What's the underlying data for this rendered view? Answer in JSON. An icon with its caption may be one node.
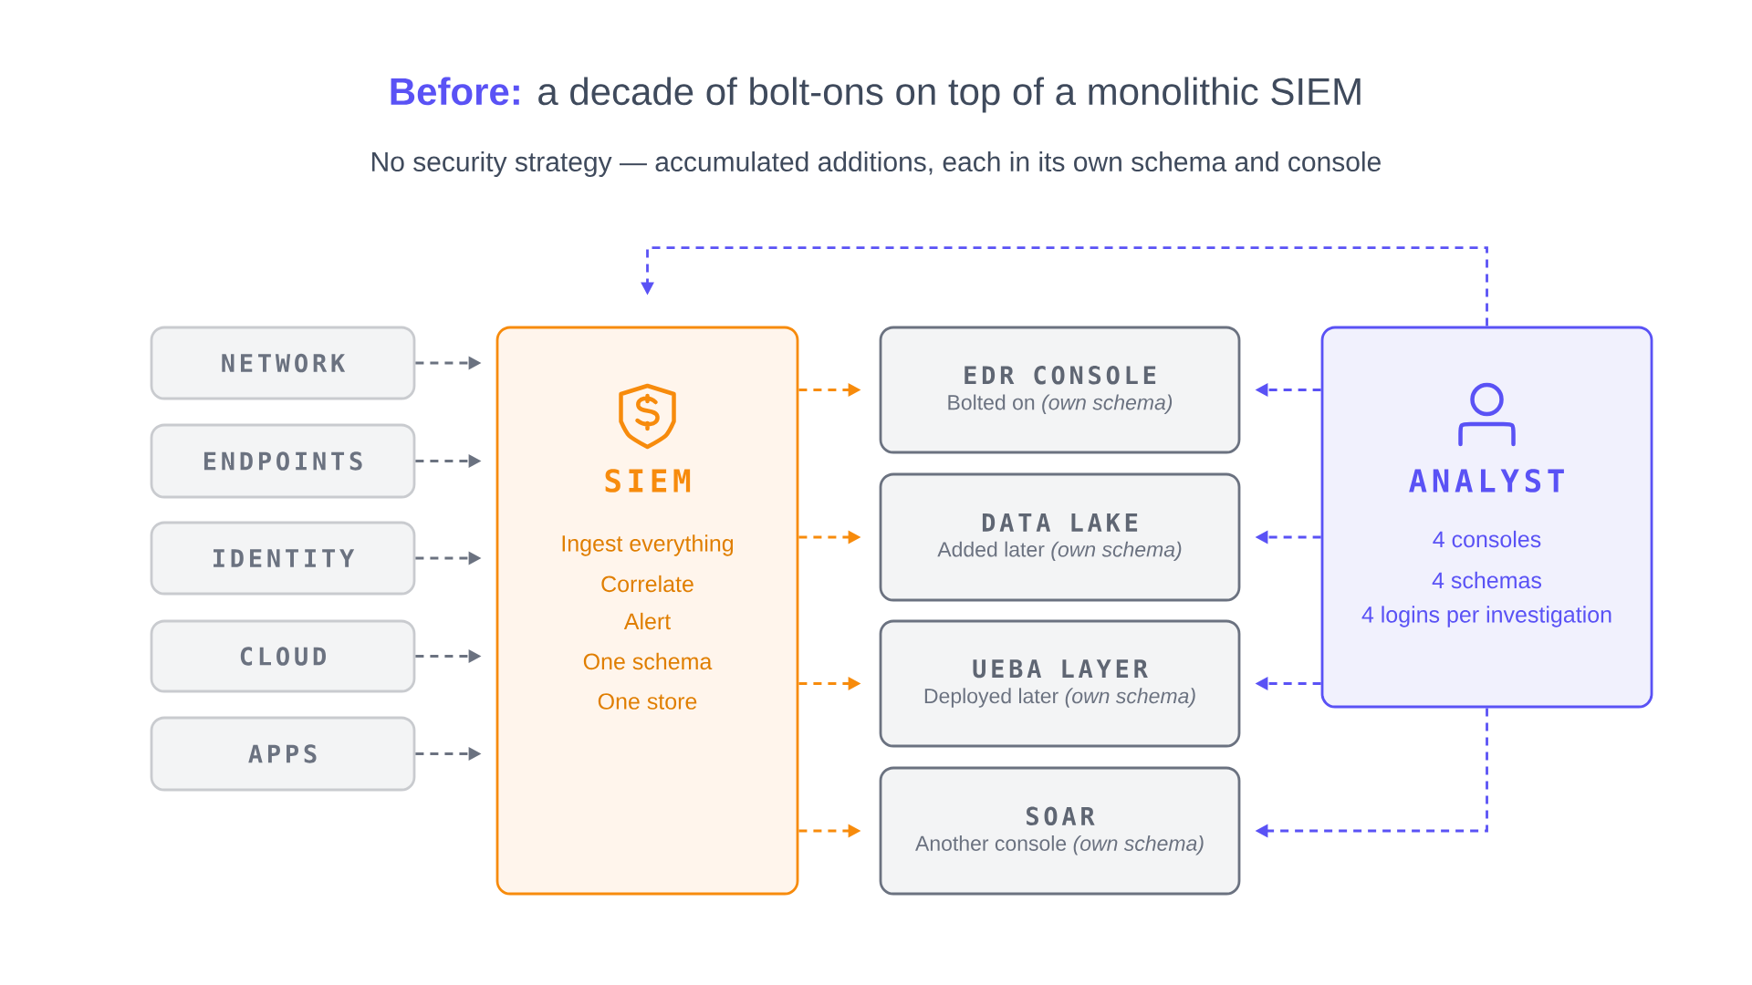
{
  "diagram": {
    "title": "**Before:** a decade of bolt-ons on top of a monolithic SIEM",
    "caption": "No security strategy — accumulated additions, each in its own schema and console",
    "nodes": [
      {
        "text": [
          "NETWORK"
        ]
      },
      {
        "text": [
          "ENDPOINTS"
        ]
      },
      {
        "text": [
          "IDENTITY"
        ]
      },
      {
        "text": [
          "CLOUD"
        ]
      },
      {
        "text": [
          "APPS"
        ]
      },
      {
        "text": [
          "SIEM",
          "Ingest everything",
          "Correlate",
          "Alert",
          "One schema",
          "One store"
        ]
      },
      {
        "text": [
          "EDR CONSOLE",
          "Bolted on *(own schema)*"
        ]
      },
      {
        "text": [
          "DATA LAKE",
          "Added later *(own schema)*"
        ]
      },
      {
        "text": [
          "UEBA LAYER",
          "Deployed later *(own schema)*"
        ]
      },
      {
        "text": [
          "SOAR",
          "Another console *(own schema)*"
        ]
      },
      {
        "text": [
          "ANALYST",
          "4 consoles",
          "4 schemas",
          "4 logins per investigation"
        ]
      }
    ],
    "edges": [
      {
        "from": 0,
        "to": 5,
        "arrow": "to",
        "style": "dashed",
        "color": "#6b7280"
      },
      {
        "from": 1,
        "to": 5,
        "arrow": "to",
        "style": "dashed",
        "color": "#6b7280"
      },
      {
        "from": 2,
        "to": 5,
        "arrow": "to",
        "style": "dashed",
        "color": "#6b7280"
      },
      {
        "from": 3,
        "to": 5,
        "arrow": "to",
        "style": "dashed",
        "color": "#6b7280"
      },
      {
        "from": 4,
        "to": 5,
        "arrow": "to",
        "style": "dashed",
        "color": "#6b7280"
      },
      {
        "from": 5,
        "to": 6,
        "arrow": "to",
        "style": "dashed",
        "color": "#f78b0c"
      },
      {
        "from": 5,
        "to": 7,
        "arrow": "to",
        "style": "dashed",
        "color": "#f78b0c"
      },
      {
        "from": 5,
        "to": 8,
        "arrow": "to",
        "style": "dashed",
        "color": "#f78b0c"
      },
      {
        "from": 5,
        "to": 9,
        "arrow": "to",
        "style": "dashed",
        "color": "#f78b0c"
      },
      {
        "from": 10,
        "to": 6,
        "arrow": "to",
        "style": "dashed",
        "color": "#5a52f5"
      },
      {
        "from": 10,
        "to": 7,
        "arrow": "to",
        "style": "dashed",
        "color": "#5a52f5"
      },
      {
        "from": 10,
        "to": 8,
        "arrow": "to",
        "style": "dashed",
        "color": "#5a52f5"
      },
      {
        "from": 10,
        "to": 9,
        "arrow": "to",
        "style": "dashed",
        "color": "#5a52f5"
      },
      {
        "from": 10,
        "to": 5,
        "arrow": "to",
        "style": "dashed",
        "color": "#5a52f5"
      }
    ]
  }
}
